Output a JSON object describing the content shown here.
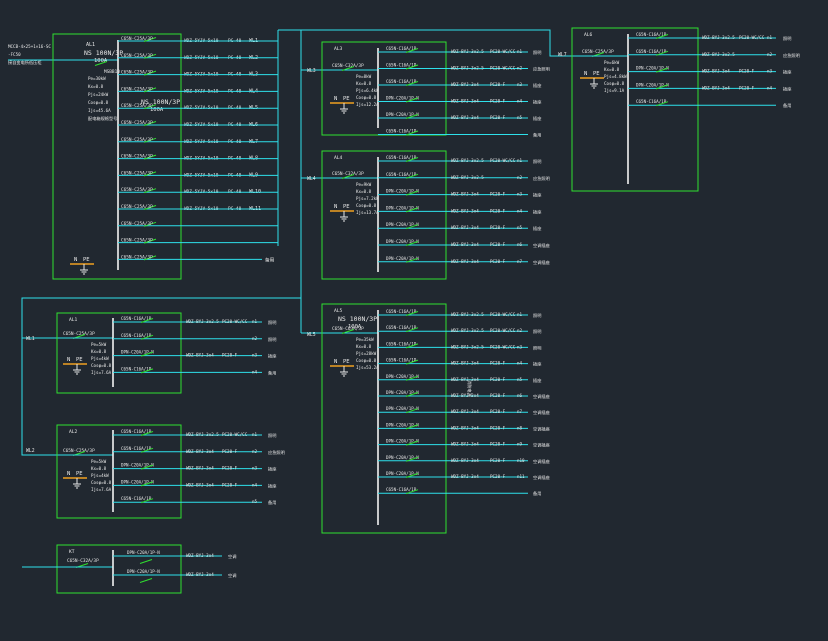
{
  "colors": {
    "background": "#212830",
    "frame": "#2fe02f",
    "wire": "#2ee0ea",
    "text": "#e8e8e8",
    "breaker": "#6be86b",
    "pe": "#f0a020"
  },
  "mains": {
    "label1": "MCCB-4×25+1×16-SC",
    "label2": "-FC50",
    "label3": "接自变电所低压柜"
  },
  "panels": [
    {
      "id": "AL1",
      "title": "AL1",
      "main_breaker": "NS 100N/3P",
      "main_rating": "100A",
      "main_sub": "MSBB10",
      "params": [
        "Pe=30kW",
        "Kx=0.8",
        "Pjs=24kW",
        "Cosφ=0.8",
        "Ijs=45.6A",
        "配电箱规格型号"
      ],
      "big_label": "NS 100N/3P 100A",
      "ground": {
        "n": "N",
        "pe": "PE"
      },
      "rows": [
        {
          "breaker": "C65N-C25A/3P",
          "cable": "WDZ-5YJV-5x10",
          "pipe": "PC-40",
          "circuit": "WL1"
        },
        {
          "breaker": "C65N-C25A/3P",
          "cable": "WDZ-5YJV-5x10",
          "pipe": "PC-40",
          "circuit": "WL2"
        },
        {
          "breaker": "C65N-C25A/3P",
          "cable": "WDZ-5YJV-5x10",
          "pipe": "PC-40",
          "circuit": "WL3"
        },
        {
          "breaker": "C65N-C25A/3P",
          "cable": "WDZ-5YJV-5x10",
          "pipe": "PC-40",
          "circuit": "WL4"
        },
        {
          "breaker": "C65N-C25A/3P",
          "cable": "WDZ-5YJV-5x10",
          "pipe": "PC-40",
          "circuit": "WL5"
        },
        {
          "breaker": "C65N-C25A/3P",
          "cable": "WDZ-5YJV-5x10",
          "pipe": "PC-40",
          "circuit": "WL6"
        },
        {
          "breaker": "C65N-C25A/3P",
          "cable": "WDZ-5YJV-5x10",
          "pipe": "PC-40",
          "circuit": "WL7"
        },
        {
          "breaker": "C65N-C25A/3P",
          "cable": "WDZ-5YJV-5x10",
          "pipe": "PC-40",
          "circuit": "WL8"
        },
        {
          "breaker": "C65N-C25A/3P",
          "cable": "WDZ-5YJV-5x10",
          "pipe": "PC-40",
          "circuit": "WL9"
        },
        {
          "breaker": "C65N-C25A/3P",
          "cable": "WDZ-5YJV-5x10",
          "pipe": "PC-40",
          "circuit": "WL10"
        },
        {
          "breaker": "C65N-C25A/3P",
          "cable": "WDZ-5YJV-5x10",
          "pipe": "PC-40",
          "circuit": "WL11"
        },
        {
          "breaker": "C65N-C25A/3P",
          "cable": "",
          "pipe": "",
          "circuit": ""
        },
        {
          "breaker": "C65N-C25A/3P",
          "cable": "",
          "pipe": "",
          "circuit": ""
        },
        {
          "breaker": "C65N-C25A/3P",
          "cable": "",
          "pipe": "",
          "circuit": "备用"
        }
      ]
    }
  ],
  "sub_panels": {
    "AL3": {
      "title": "AL3",
      "main": "C65N-C32A/3P",
      "params": [
        "Pe=8kW",
        "Kx=0.8",
        "Pjs=6.4kW",
        "Cosφ=0.8",
        "Ijs=12.2A"
      ],
      "rows": [
        {
          "breaker": "C65N-C16A/1P",
          "cable": "WDZ-BYJ-3x2.5",
          "pipe": "PC20-WC/CC",
          "end": "n1",
          "load": "照明"
        },
        {
          "breaker": "C65N-C16A/1P",
          "cable": "WDZ-BYJ-3x2.5",
          "pipe": "PC20-WC/CC",
          "end": "n2",
          "load": "应急照明"
        },
        {
          "breaker": "C65N-C16A/1P",
          "cable": "WDZ-BYJ-3x4",
          "pipe": "PC20-F",
          "end": "n3",
          "load": "插座"
        },
        {
          "breaker": "DPN-C20A/1P-N",
          "cable": "WDZ-BYJ-3x4",
          "pipe": "PC20-F",
          "end": "n4",
          "load": "插座"
        },
        {
          "breaker": "DPN-C20A/1P-N",
          "cable": "WDZ-BYJ-3x4",
          "pipe": "PC20-F",
          "end": "n5",
          "load": "插座"
        },
        {
          "breaker": "C65N-C16A/1P",
          "cable": "",
          "pipe": "",
          "end": "",
          "load": "备用"
        }
      ]
    },
    "AL4": {
      "title": "AL4",
      "main": "C65N-C32A/3P",
      "params": [
        "Pe=9kW",
        "Kx=0.8",
        "Pjs=7.2kW",
        "Cosφ=0.8",
        "Ijs=13.7A"
      ],
      "rows": [
        {
          "breaker": "C65N-C16A/1P",
          "cable": "WDZ-BYJ-3x2.5",
          "pipe": "PC20-WC/CC",
          "end": "n1",
          "load": "照明"
        },
        {
          "breaker": "C65N-C16A/1P",
          "cable": "WDZ-BYJ-3x2.5",
          "pipe": "",
          "end": "n2",
          "load": "应急照明"
        },
        {
          "breaker": "DPN-C20A/1P-N",
          "cable": "WDZ-BYJ-3x4",
          "pipe": "PC20-F",
          "end": "n3",
          "load": "插座"
        },
        {
          "breaker": "DPN-C20A/1P-N",
          "cable": "WDZ-BYJ-3x4",
          "pipe": "PC20-F",
          "end": "n4",
          "load": "插座"
        },
        {
          "breaker": "DPN-C20A/1P-N",
          "cable": "WDZ-BYJ-3x4",
          "pipe": "PC20-F",
          "end": "n5",
          "load": "插座"
        },
        {
          "breaker": "DPN-C20A/1P-N",
          "cable": "WDZ-BYJ-3x4",
          "pipe": "PC20-F",
          "end": "n6",
          "load": "空调插座"
        },
        {
          "breaker": "DPN-C20A/1P-N",
          "cable": "WDZ-BYJ-3x4",
          "pipe": "PC20-F",
          "end": "n7",
          "load": "空调插座"
        }
      ]
    },
    "AL5": {
      "title": "AL5",
      "main_breaker": "NS 100N/3P",
      "main_rating": "100A",
      "main": "C65N-C63A/3P",
      "params": [
        "Pe=35kW",
        "Kx=0.8",
        "Pjs=28kW",
        "Cosφ=0.8",
        "Ijs=53.2A"
      ],
      "note": "消防电源",
      "rows": [
        {
          "breaker": "C65N-C16A/1P",
          "cable": "WDZ-BYJ-3x2.5",
          "pipe": "PC20-WC/CC",
          "end": "n1",
          "load": "照明"
        },
        {
          "breaker": "C65N-C16A/1P",
          "cable": "WDZ-BYJ-3x2.5",
          "pipe": "PC20-WC/CC",
          "end": "n2",
          "load": "照明"
        },
        {
          "breaker": "C65N-C16A/1P",
          "cable": "WDZ-BYJ-3x2.5",
          "pipe": "PC20-WC/CC",
          "end": "n3",
          "load": "照明"
        },
        {
          "breaker": "C65N-C16A/1P",
          "cable": "WDZ-BYJ-3x4",
          "pipe": "PC20-F",
          "end": "n4",
          "load": "插座"
        },
        {
          "breaker": "DPN-C20A/1P-N",
          "cable": "WDZ-BYJ-3x4",
          "pipe": "PC20-F",
          "end": "n5",
          "load": "插座"
        },
        {
          "breaker": "DPN-C20A/1P-N",
          "cable": "WDZ-BYJ-3x4",
          "pipe": "PC20-F",
          "end": "n6",
          "load": "空调插座"
        },
        {
          "breaker": "DPN-C20A/1P-N",
          "cable": "WDZ-BYJ-3x4",
          "pipe": "PC20-F",
          "end": "n7",
          "load": "空调插座"
        },
        {
          "breaker": "DPN-C20A/1P-N",
          "cable": "WDZ-BYJ-3x4",
          "pipe": "PC20-F",
          "end": "n8",
          "load": "空调插座"
        },
        {
          "breaker": "DPN-C20A/1P-N",
          "cable": "WDZ-BYJ-3x4",
          "pipe": "PC20-F",
          "end": "n9",
          "load": "空调插座"
        },
        {
          "breaker": "DPN-C20A/1P-N",
          "cable": "WDZ-BYJ-3x4",
          "pipe": "PC20-F",
          "end": "n10",
          "load": "空调插座"
        },
        {
          "breaker": "DPN-C20A/1P-N",
          "cable": "WDZ-BYJ-3x4",
          "pipe": "PC20-F",
          "end": "n11",
          "load": "空调插座"
        },
        {
          "breaker": "C65N-C16A/1P",
          "cable": "",
          "pipe": "",
          "end": "",
          "load": "备用"
        }
      ]
    },
    "AL6": {
      "title": "AL6",
      "main": "C65N-C25A/3P",
      "params": [
        "Pe=6kW",
        "Kx=0.8",
        "Pjs=4.8kW",
        "Cosφ=0.8",
        "Ijs=9.1A"
      ],
      "rows": [
        {
          "breaker": "C65N-C16A/1P",
          "cable": "WDZ-BYJ-3x2.5",
          "pipe": "PC20-WC/CC",
          "end": "n1",
          "load": "照明"
        },
        {
          "breaker": "C65N-C16A/1P",
          "cable": "WDZ-BYJ-3x2.5",
          "pipe": "",
          "end": "n2",
          "load": "应急照明"
        },
        {
          "breaker": "DPN-C20A/1P-N",
          "cable": "WDZ-BYJ-3x4",
          "pipe": "PC20-F",
          "end": "n3",
          "load": "插座"
        },
        {
          "breaker": "DPN-C20A/1P-N",
          "cable": "WDZ-BYJ-3x4",
          "pipe": "PC20-F",
          "end": "n4",
          "load": "插座"
        },
        {
          "breaker": "C65N-C16A/1P",
          "cable": "",
          "pipe": "",
          "end": "",
          "load": "备用"
        }
      ]
    },
    "AL1s": {
      "title": "AL1",
      "main": "C65N-C25A/3P",
      "params": [
        "Pe=5kW",
        "Kx=0.8",
        "Pjs=4kW",
        "Cosφ=0.8",
        "Ijs=7.6A"
      ],
      "rows": [
        {
          "breaker": "C65N-C16A/1P",
          "cable": "WDZ-BYJ-3x2.5",
          "pipe": "PC20-WC/CC",
          "end": "n1",
          "load": "照明"
        },
        {
          "breaker": "C65N-C16A/1P",
          "cable": "",
          "pipe": "",
          "end": "n2",
          "load": "照明"
        },
        {
          "breaker": "DPN-C20A/1P-N",
          "cable": "WDZ-BYJ-3x4",
          "pipe": "PC20-F",
          "end": "n3",
          "load": "插座"
        },
        {
          "breaker": "C65N-C16A/1P",
          "cable": "",
          "pipe": "",
          "end": "n4",
          "load": "备用"
        }
      ]
    },
    "AL2s": {
      "title": "AL2",
      "main": "C65N-C25A/3P",
      "params": [
        "Pe=5kW",
        "Kx=0.8",
        "Pjs=4kW",
        "Cosφ=0.8",
        "Ijs=7.6A"
      ],
      "rows": [
        {
          "breaker": "C65N-C16A/1P",
          "cable": "WDZ-BYJ-3x2.5",
          "pipe": "PC20-WC/CC",
          "end": "n1",
          "load": "照明"
        },
        {
          "breaker": "C65N-C16A/1P",
          "cable": "WDZ-BYJ-3x4",
          "pipe": "PC20-F",
          "end": "n2",
          "load": "应急照明"
        },
        {
          "breaker": "DPN-C20A/1P-N",
          "cable": "WDZ-BYJ-3x4",
          "pipe": "PC20-F",
          "end": "n3",
          "load": "插座"
        },
        {
          "breaker": "DPN-C20A/1P-N",
          "cable": "WDZ-BYJ-3x4",
          "pipe": "PC20-F",
          "end": "n4",
          "load": "插座"
        },
        {
          "breaker": "C65N-C16A/1P",
          "cable": "",
          "pipe": "",
          "end": "n5",
          "load": "备用"
        }
      ]
    },
    "KT": {
      "title": "KT",
      "main": "C65N-C32A/3P",
      "rows": [
        {
          "breaker": "DPN-C20A/1P-N",
          "cable": "WDZ-BYJ-3x4",
          "load": "空调"
        },
        {
          "breaker": "DPN-C20A/1P-N",
          "cable": "WDZ-BYJ-3x4",
          "load": "空调"
        }
      ]
    }
  },
  "feeds": {
    "AL3": "WL3",
    "AL4": "WL4",
    "AL5": "WL5",
    "AL6": "WL7",
    "AL1s": "WL1",
    "AL2s": "WL2"
  }
}
